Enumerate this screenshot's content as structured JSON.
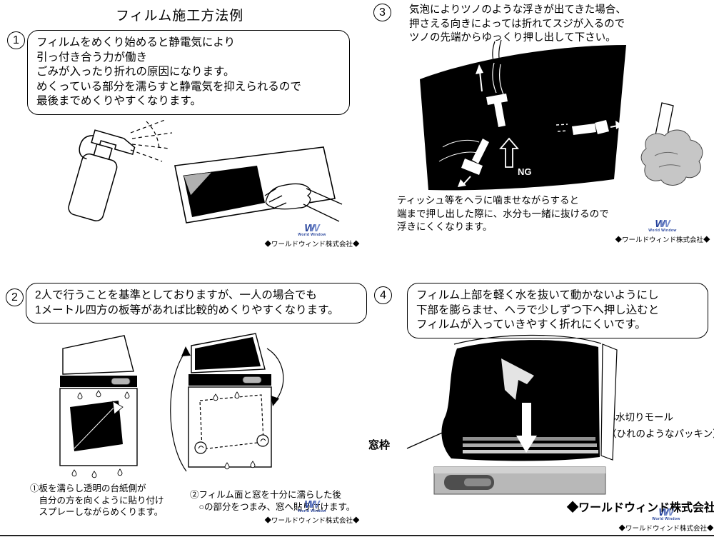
{
  "page": {
    "title": "フィルム施工方法例"
  },
  "company": {
    "small": "◆ワールドウィンド株式会社◆",
    "big": "◆ワールドウィンド株式会社◆",
    "logo_w1": "W",
    "logo_w2": "W",
    "logo_sub": "World Window"
  },
  "step1": {
    "number": "1",
    "bubble_lines": [
      "フィルムをめくり始めると静電気により",
      "引っ付き合う力が働き",
      "ごみが入ったり折れの原因になります。",
      "めくっている部分を濡らすと静電気を抑えられるので",
      "最後までめくりやすくなります。"
    ]
  },
  "step2": {
    "number": "2",
    "bubble_lines": [
      "2人で行うことを基準としておりますが、一人の場合でも",
      "1メートル四方の板等があれば比較的めくりやすくなります。"
    ],
    "caption1_lines": [
      "①板を濡らし透明の台紙側が",
      "　自分の方を向くように貼り付け",
      "　スプレーしながらめくります。"
    ],
    "caption2_lines": [
      "②フィルム面と窓を十分に濡らした後",
      "　○の部分をつまみ、窓へ貼り付けます。"
    ]
  },
  "step3": {
    "number": "3",
    "intro_lines": [
      "気泡によりツノのような浮きが出てきた場合、",
      "押さえる向きによっては折れてスジが入るので",
      "ツノの先端からゆっくり押し出して下さい。"
    ],
    "ng_label": "NG",
    "note_lines": [
      "ティッシュ等をヘラに噛ませながらすると",
      "端まで押し出した際に、水分も一緒に抜けるので",
      "浮きにくくなります。"
    ]
  },
  "step4": {
    "number": "4",
    "bubble_lines": [
      "フィルム上部を軽く水を抜いて動かないようにし",
      "下部を膨らませ、ヘラで少しずつ下へ押し込むと",
      "フィルムが入っていきやすく折れにくいです。"
    ],
    "labels": {
      "window_frame": "窓枠",
      "molding": "水切りモール",
      "molding_sub": "（ひれのようなパッキン）"
    }
  }
}
